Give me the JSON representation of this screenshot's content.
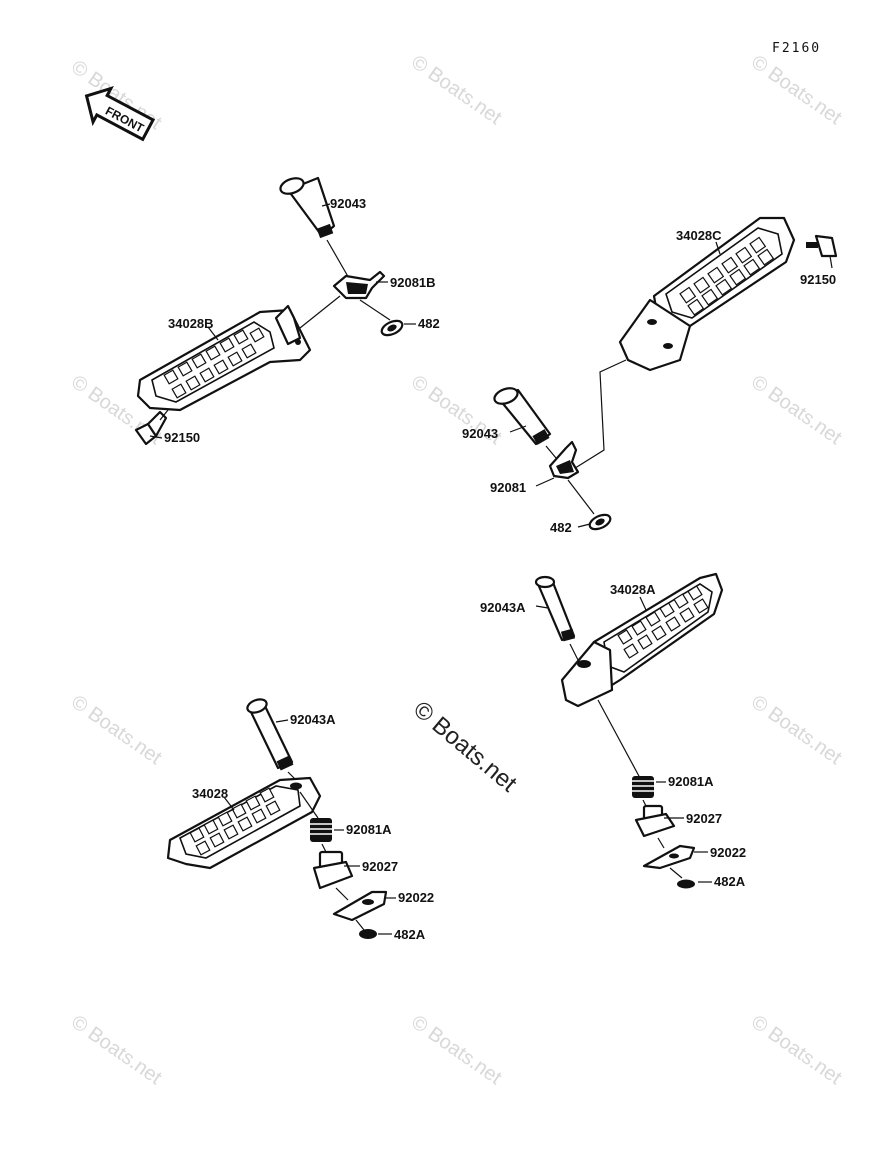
{
  "figure_number": "F2160",
  "front_arrow_label": "FRONT",
  "watermark": "© Boats.net",
  "labels": {
    "upper_left": {
      "pin": "92043",
      "spring": "92081B",
      "clip": "482",
      "footpeg": "34028B",
      "bolt": "92150"
    },
    "upper_right": {
      "footpeg": "34028C",
      "bolt": "92150",
      "pin": "92043",
      "spring": "92081",
      "clip": "482"
    },
    "lower_left": {
      "pin": "92043A",
      "footpeg": "34028",
      "spring": "92081A",
      "detent": "92027",
      "plate": "92022",
      "clip": "482A"
    },
    "lower_right": {
      "pin": "92043A",
      "footpeg": "34028A",
      "spring": "92081A",
      "detent": "92027",
      "plate": "92022",
      "clip": "482A"
    }
  }
}
